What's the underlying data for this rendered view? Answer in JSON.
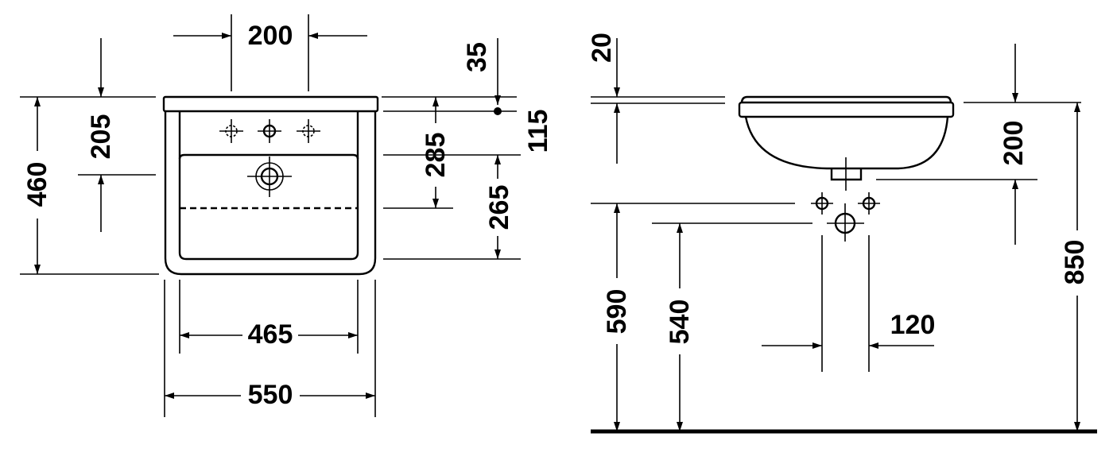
{
  "front_view": {
    "dims": {
      "tap_spacing": "200",
      "height_total": "460",
      "rim_to_drain": "205",
      "tap_hole_offset": "35",
      "rim_depth": "115",
      "overflow_depth": "285",
      "bowl_depth": "265",
      "inner_width": "465",
      "outer_width": "550"
    }
  },
  "side_view": {
    "dims": {
      "rim_thickness": "20",
      "bowl_height": "200",
      "total_height": "850",
      "supply_height": "590",
      "waste_height": "540",
      "supply_offset": "120"
    }
  }
}
